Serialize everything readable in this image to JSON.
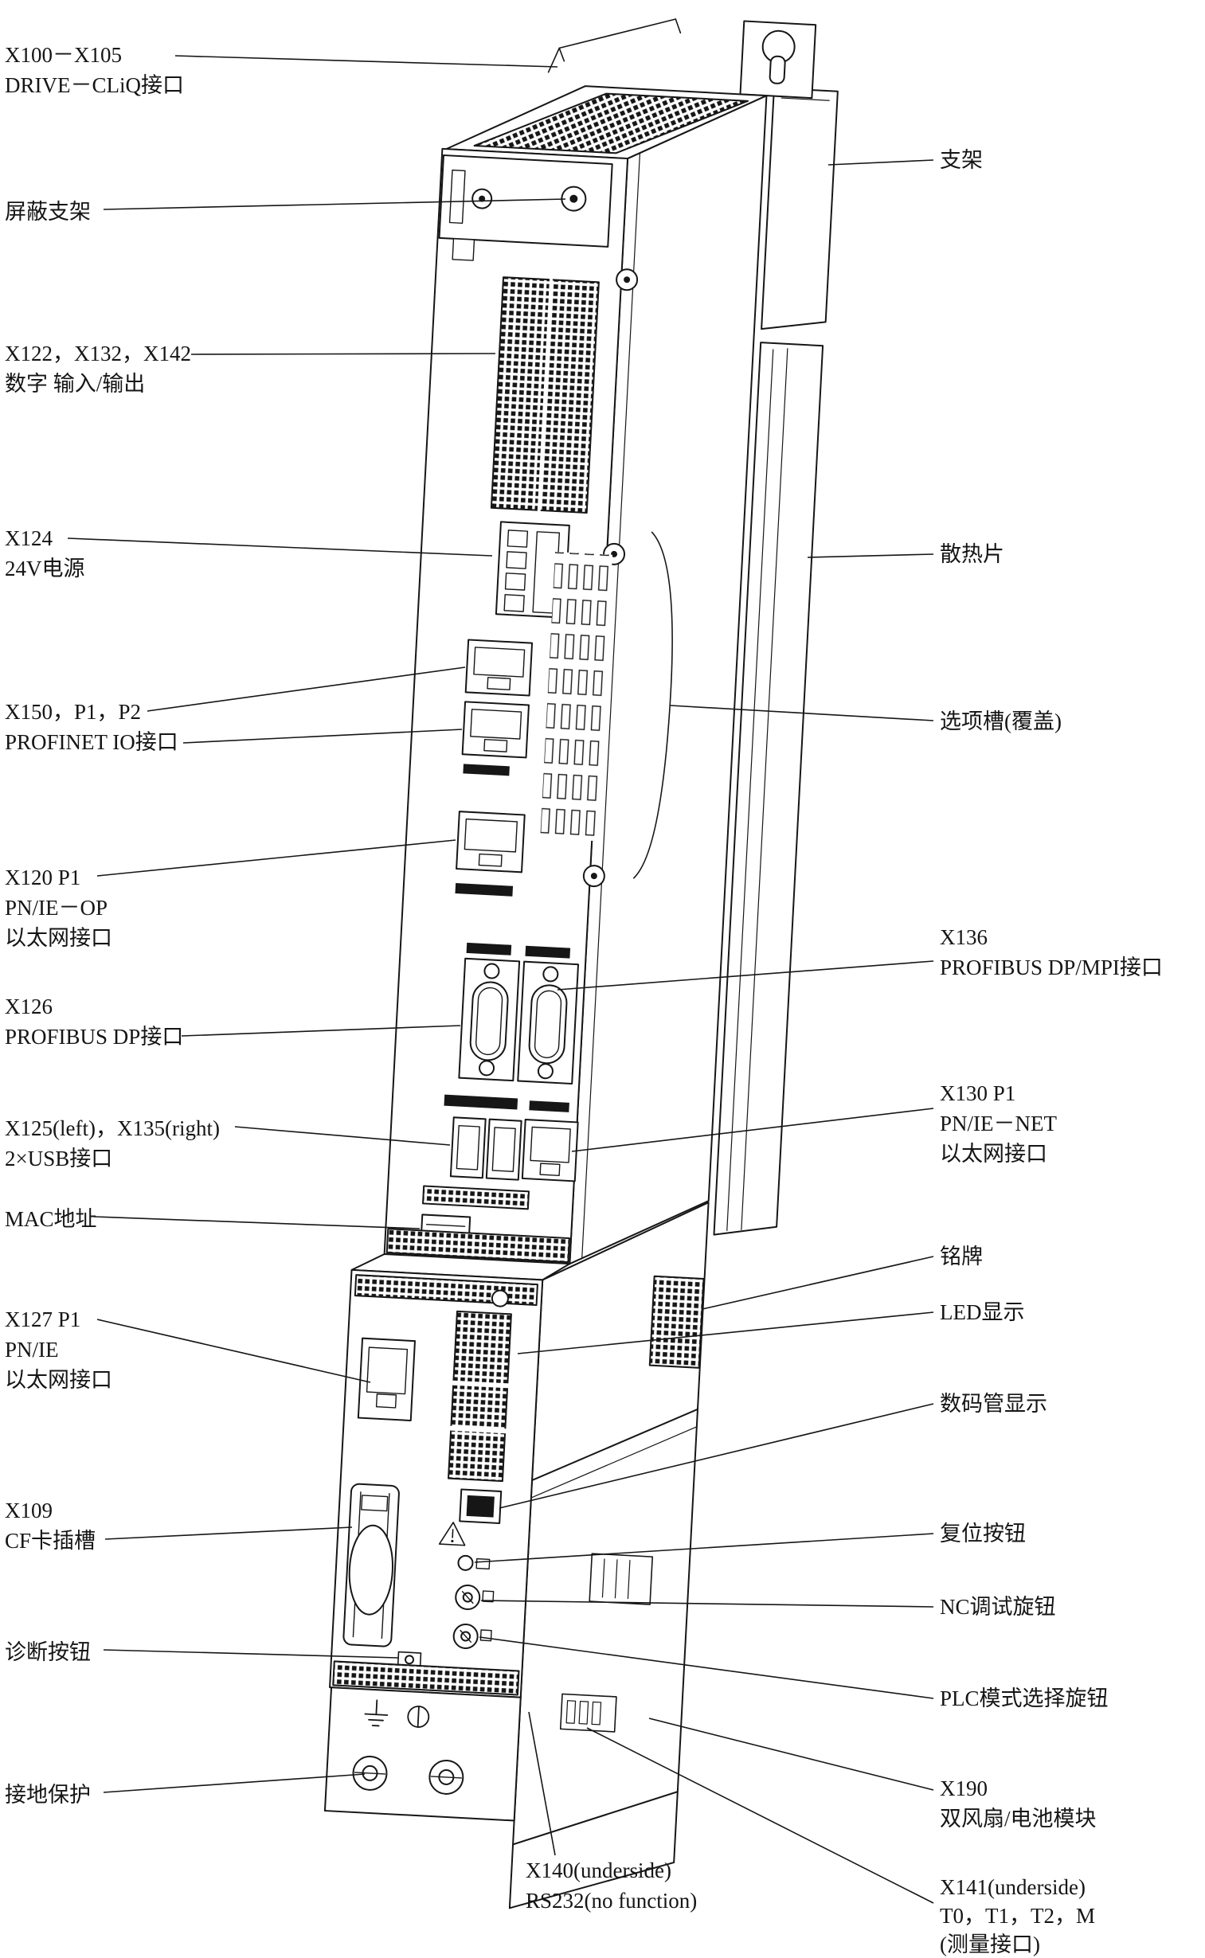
{
  "figure": {
    "description": "NCU控制单元接口与部件标注示意图",
    "colors": {
      "ink": "#161616",
      "background": "#ffffff"
    }
  },
  "callouts": {
    "left": [
      {
        "lines": [
          "X100－X105",
          "DRIVE－CLiQ接口"
        ]
      },
      {
        "lines": [
          "屏蔽支架"
        ]
      },
      {
        "lines": [
          "X122，X132，X142",
          "数字 输入/输出"
        ]
      },
      {
        "lines": [
          "X124",
          "24V电源"
        ]
      },
      {
        "lines": [
          "X150，P1，P2",
          "PROFINET IO接口"
        ]
      },
      {
        "lines": [
          "X120 P1",
          "PN/IE－OP",
          "以太网接口"
        ]
      },
      {
        "lines": [
          "X126",
          "PROFIBUS DP接口"
        ]
      },
      {
        "lines": [
          "X125(left)，X135(right)",
          "2×USB接口"
        ]
      },
      {
        "lines": [
          "MAC地址"
        ]
      },
      {
        "lines": [
          "X127 P1",
          "PN/IE",
          "以太网接口"
        ]
      },
      {
        "lines": [
          "X109",
          "CF卡插槽"
        ]
      },
      {
        "lines": [
          "诊断按钮"
        ]
      },
      {
        "lines": [
          "接地保护"
        ]
      }
    ],
    "right": [
      {
        "lines": [
          "支架"
        ]
      },
      {
        "lines": [
          "散热片"
        ]
      },
      {
        "lines": [
          "选项槽(覆盖)"
        ]
      },
      {
        "lines": [
          "X136",
          "PROFIBUS DP/MPI接口"
        ]
      },
      {
        "lines": [
          "X130 P1",
          "PN/IE－NET",
          "以太网接口"
        ]
      },
      {
        "lines": [
          "铭牌"
        ]
      },
      {
        "lines": [
          "LED显示"
        ]
      },
      {
        "lines": [
          "数码管显示"
        ]
      },
      {
        "lines": [
          "复位按钮"
        ]
      },
      {
        "lines": [
          "NC调试旋钮"
        ]
      },
      {
        "lines": [
          "PLC模式选择旋钮"
        ]
      },
      {
        "lines": [
          "X190",
          "双风扇/电池模块"
        ]
      },
      {
        "lines": [
          "X141(underside)",
          "T0，T1，T2，M",
          "(测量接口)"
        ]
      }
    ],
    "bottom": [
      {
        "lines": [
          "X140(underside)",
          "RS232(no function)"
        ]
      }
    ]
  }
}
